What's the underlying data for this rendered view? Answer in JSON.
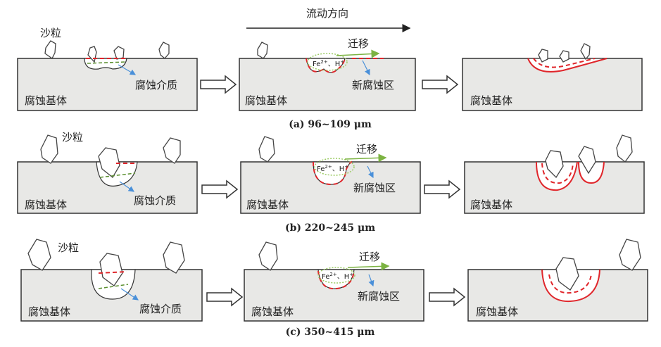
{
  "flow_direction": "流动方向",
  "labels": {
    "sand": "沙粒",
    "matrix": "腐蚀基体",
    "medium": "腐蚀介质",
    "migration": "迁移",
    "new_zone": "新腐蚀区",
    "ions_fe": "Fe",
    "ions_fe_sup": "2+",
    "ions_sep": "、",
    "ions_h": "H",
    "ions_h_sup": "+"
  },
  "rows": [
    {
      "caption": "(a) 96~109 μm"
    },
    {
      "caption": "(b) 220~245 μm"
    },
    {
      "caption": "(c) 350~415 μm"
    }
  ],
  "colors": {
    "corrosion": "#e0262b",
    "medium": "#5a8f2e",
    "migration": "#9ccc65",
    "pointer": "#4a90d9"
  }
}
